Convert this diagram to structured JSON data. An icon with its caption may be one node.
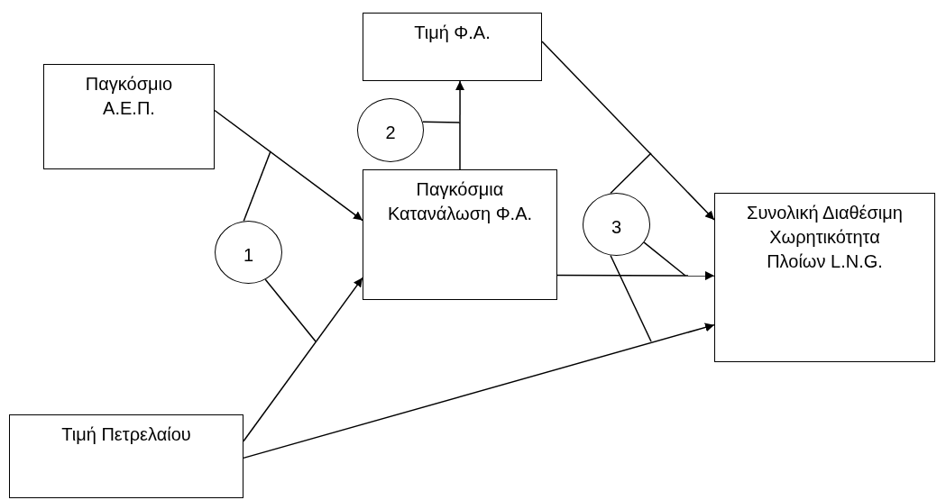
{
  "diagram": {
    "nodes": [
      {
        "text": [
          "Τιμή Φ.Α."
        ]
      },
      {
        "text": [
          "Παγκόσμιο Α.Ε.Π."
        ]
      },
      {
        "text": [
          "2"
        ]
      },
      {
        "text": [
          "Παγκόσμια Κατανάλωση Φ.Α."
        ]
      },
      {
        "text": [
          "1"
        ]
      },
      {
        "text": [
          "3"
        ]
      },
      {
        "text": [
          "Συνολική Διαθέσιμη Χωρητικότητα Πλοίων L.N.G."
        ]
      },
      {
        "text": [
          "Τιμή Πετρελαίου"
        ]
      }
    ],
    "edges": [
      {
        "from": 1,
        "to": 3,
        "arrow": "to"
      },
      {
        "from": 7,
        "to": 3,
        "arrow": "to"
      },
      {
        "from": 3,
        "to": 0,
        "arrow": "to"
      },
      {
        "from": 0,
        "to": 6,
        "arrow": "to"
      },
      {
        "from": 3,
        "to": 6,
        "arrow": "to"
      },
      {
        "from": 7,
        "to": 6,
        "arrow": "to"
      },
      {
        "from": 4,
        "to": null,
        "arrow": "none"
      },
      {
        "from": 4,
        "to": null,
        "arrow": "none"
      },
      {
        "from": 2,
        "to": null,
        "arrow": "none"
      },
      {
        "from": 5,
        "to": null,
        "arrow": "none"
      },
      {
        "from": 5,
        "to": null,
        "arrow": "none"
      },
      {
        "from": 5,
        "to": null,
        "arrow": "none"
      }
    ]
  }
}
